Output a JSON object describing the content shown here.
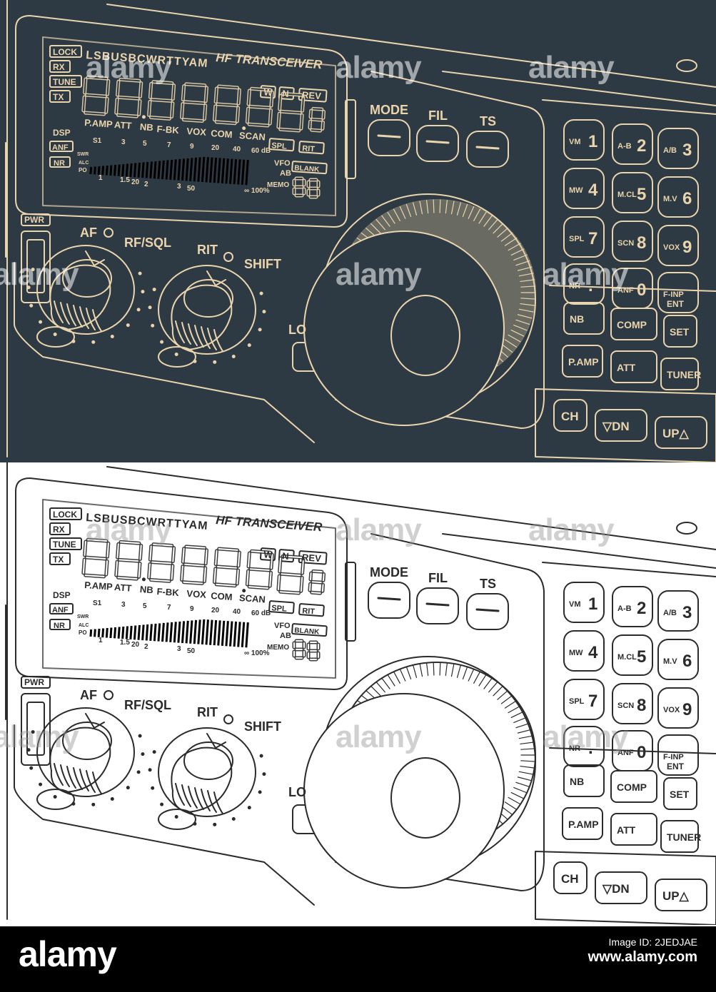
{
  "colors": {
    "dark_bg": "#2e3a43",
    "dark_line": "#e9d4ad",
    "light_bg": "#ffffff",
    "light_line": "#2b2b2b",
    "footer_bg": "#000000"
  },
  "radio": {
    "brand_label": "HF TRANSCEIVER",
    "status_buttons": [
      "LOCK",
      "RX",
      "TUNE",
      "TX"
    ],
    "mode_text": "LSBUSBCWRTTYAM",
    "frequency_digits": [
      "8",
      "8",
      "8",
      "8",
      "8",
      "8",
      "8",
      "8",
      "8"
    ],
    "flags": [
      "W",
      "N",
      "REV"
    ],
    "indicators": [
      "P.AMP",
      "ATT",
      "NB",
      "F-BK",
      "VOX",
      "COM",
      "SCAN"
    ],
    "side_labels": {
      "dsp": "DSP",
      "anf": "ANF",
      "nr": "NR",
      "swr": "SWR",
      "alc": "ALC",
      "po": "PO"
    },
    "meter_s_scale": [
      "S1",
      "3",
      "5",
      "7",
      "9",
      "20",
      "40",
      "60 dB"
    ],
    "meter_po_scale": [
      "1",
      "1.5",
      "20",
      "2",
      "3",
      "50",
      "∞ 100%"
    ],
    "right_labels": {
      "spl": "SPL",
      "rit": "RIT",
      "vfo": "VFO",
      "ab": "AB",
      "blank": "BLANK",
      "memo": "MEMO"
    },
    "soft_keys": [
      "MODE",
      "FIL",
      "TS"
    ],
    "knob_labels": {
      "pwr": "PWR",
      "af": "AF",
      "rf_sql": "RF/SQL",
      "rit": "RIT",
      "shift": "SHIFT",
      "lock_partial": "LO"
    },
    "keypad": [
      {
        "small": "VM",
        "big": "1"
      },
      {
        "small": "A-B",
        "big": "2"
      },
      {
        "small": "A/B",
        "big": "3"
      },
      {
        "small": "MW",
        "big": "4"
      },
      {
        "small": "M.CL",
        "big": "5"
      },
      {
        "small": "M.V",
        "big": "6"
      },
      {
        "small": "SPL",
        "big": "7"
      },
      {
        "small": "SCN",
        "big": "8"
      },
      {
        "small": "VOX",
        "big": "9"
      },
      {
        "small": "NR",
        "big": "."
      },
      {
        "small": "ANF",
        "big": "0"
      },
      {
        "small": "F-INP",
        "big": "ENT"
      }
    ],
    "function_keys": [
      "NB",
      "COMP",
      "SET",
      "P.AMP",
      "ATT",
      "TUNER"
    ],
    "bottom_keys": [
      "CH",
      "▽DN",
      "UP△"
    ]
  },
  "watermark": "alamy",
  "footer": {
    "logo": "alamy",
    "line1": "Image ID: 2JEDJAE",
    "line2": "www.alamy.com",
    "line3": ""
  }
}
